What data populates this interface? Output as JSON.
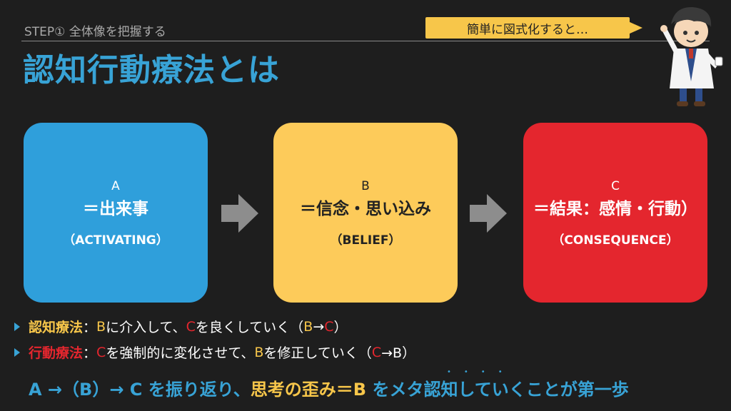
{
  "header": {
    "step": "STEP① 全体像を把握する",
    "title": "認知行動療法とは",
    "bubble": "簡単に図式化すると…"
  },
  "cards": [
    {
      "letter": "A",
      "main": "＝出来事",
      "sub": "（ACTIVATING）",
      "color": "#2f9fdb"
    },
    {
      "letter": "B",
      "main": "＝信念・思い込み",
      "sub": "（BELIEF）",
      "color": "#fdcb5a"
    },
    {
      "letter": "C",
      "main": "＝結果：感情・行動）",
      "sub": "（CONSEQUENCE）",
      "color": "#e4262e"
    }
  ],
  "bullets": [
    {
      "term": "認知療法",
      "colon": "：",
      "p1": "B",
      "p2": "に介入して、",
      "p3": "C",
      "p4": "を良くしていく（",
      "p5": "B",
      "p6": "→",
      "p7": "C",
      "p8": "）"
    },
    {
      "term": "行動療法",
      "colon": "：",
      "p1": "C",
      "p2": "を強制的に変化させて、",
      "p3": "B",
      "p4": "を修正していく（",
      "p5": "C",
      "p6": "→B）"
    }
  ],
  "bottom": {
    "part1": "A →（B）→ C を振り返り、",
    "part2": "思考の歪み＝B",
    "part3": " をメタ認知していくことが第一歩"
  },
  "colors": {
    "accent_blue": "#38a3d6",
    "yellow": "#f7c64a",
    "red": "#e4262e",
    "background": "#1e1e1e"
  }
}
